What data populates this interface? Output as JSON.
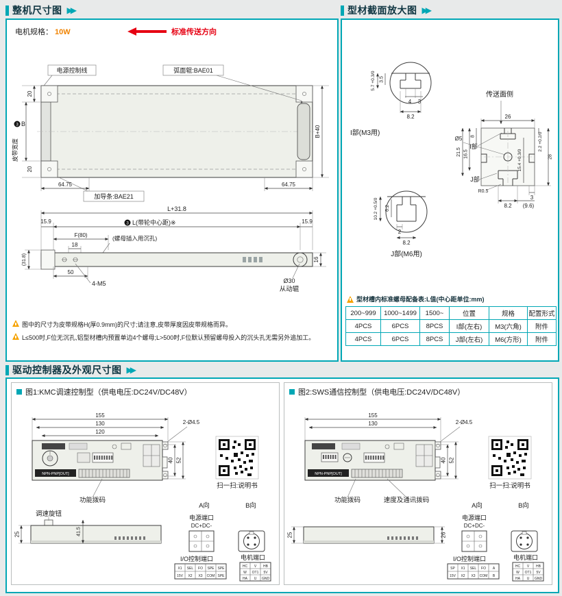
{
  "icons": {
    "header_arrows": "▶▶",
    "footnote_badge": "3"
  },
  "colors": {
    "teal": "#00a7b5",
    "red": "#e60012",
    "orange": "#f08300"
  },
  "s1": {
    "title": "整机尺寸图",
    "motor_label": "电机规格：",
    "motor_value": "10W",
    "direction_label": "标准传送方向",
    "top_view": {
      "power_cable": "电源控制线",
      "arc_roller": "弧面辊:BAE01",
      "guide_strip": "加导条:BAE21",
      "dim_20_top": "20",
      "dim_20_bottom": "20",
      "belt_dim": "B",
      "belt_width_label": "皮带宽度",
      "dim_b40": "B+40",
      "dim_6475_left": "64.75",
      "dim_6475_right": "64.75"
    },
    "side_view": {
      "dim_total": "L+31.8",
      "dim_center": "L(带轮中心距)※",
      "dim_159_left": "15.9",
      "dim_159_right": "15.9",
      "dim_f80": "F(80)",
      "dim_18": "18",
      "counterbore_note": "(螺母插入用沉孔)",
      "dim_50": "50",
      "holes": "4-M5",
      "dim_318": "(31.8)",
      "dim_16": "16",
      "roller_dia": "Ø30",
      "roller_name": "从动辊"
    },
    "notes": [
      "图中的尺寸为皮带规格H(厚0.9mm)的尺寸;请注意,皮带厚度因皮带规格而异。",
      "L≤500时,F位无沉孔,铝型材槽内预置单边4个螺母;L>500时,F位默认预留螺母投入的沉头孔无需另外追加工。"
    ]
  },
  "s2": {
    "title": "型材截面放大图",
    "detail_i": {
      "dim_57": "5.7 +0.3/0",
      "dim_35": "3.5",
      "dim_4": "4",
      "dim_3": "3",
      "dim_82": "8.2",
      "label": "I部(M3用)"
    },
    "main": {
      "convey_side": "传送面侧",
      "dim_d5": "Ø5",
      "dim_26": "26",
      "dim_22": "2.2 +0.2/0",
      "label_i": "I部",
      "dim_215": "21.5",
      "dim_165": "16.5",
      "dim_8": "8",
      "dim_28": "28",
      "dim_154": "15.4 +0.3/0",
      "label_j": "J部",
      "dim_r": "R0.5",
      "dim_3": "3",
      "dim_82": "8.2",
      "dim_96": "(9.6)"
    },
    "detail_j": {
      "dim_102": "10.2 +0.5/0",
      "dim_62": "6.2",
      "dim_2": "2",
      "dim_82": "8.2",
      "label": "J部(M6用)"
    },
    "nut_table_title": "型材槽内标准螺母配备表:L值(中心距单位:mm)",
    "table": {
      "headers": [
        "200~999",
        "1000~1499",
        "1500~",
        "位置",
        "规格",
        "配置形式"
      ],
      "rows": [
        [
          "4PCS",
          "6PCS",
          "8PCS",
          "I部(左右)",
          "M3(六角)",
          "附件"
        ],
        [
          "4PCS",
          "6PCS",
          "8PCS",
          "J部(左右)",
          "M6(方形)",
          "附件"
        ]
      ]
    }
  },
  "s3": {
    "title": "驱动控制器及外观尺寸图",
    "common": {
      "qr_caption": "扫一扫:说明书",
      "view_a": "A向",
      "view_b": "B向",
      "power_port": "电源端口",
      "power_pins": "DC+DC-",
      "io_port": "I/O控制端口",
      "motor_port": "电机端口",
      "npn_label": "NPN-PNP[OUT]",
      "motor_pins": [
        [
          "HC",
          "V",
          "HB"
        ],
        [
          "W",
          "OT1",
          "5V"
        ],
        [
          "HA",
          "U",
          "GND"
        ]
      ]
    },
    "fig1": {
      "caption": "图1:KMC调速控制型（供电电压:DC24V/DC48V）",
      "dim_155": "155",
      "dim_130": "130",
      "dim_120": "120",
      "dim_holes": "2-Ø4.5",
      "dim_40": "40",
      "dim_52": "52",
      "dim_25": "25",
      "dim_415": "41.5",
      "knob_label": "调速旋钮",
      "dip_label": "功能拨码",
      "io_pins": [
        [
          "X1",
          "SEL",
          "FO",
          "SPE",
          "SPE"
        ],
        [
          "15V",
          "X2",
          "X3",
          "COM",
          "SPE"
        ]
      ]
    },
    "fig2": {
      "caption": "图2:SWS通信控制型（供电电压:DC24V/DC48V）",
      "dim_155": "155",
      "dim_130": "130",
      "dim_holes": "2-Ø4.5",
      "dim_40": "40",
      "dim_52": "52",
      "dim_25": "25",
      "dim_26": "26",
      "dip_label": "功能拨码",
      "comm_label": "速度及通讯拨码",
      "io_pins": [
        [
          "SP",
          "X1",
          "SEL",
          "FO",
          "A"
        ],
        [
          "15V",
          "X2",
          "X3",
          "COM",
          "B"
        ]
      ]
    }
  }
}
